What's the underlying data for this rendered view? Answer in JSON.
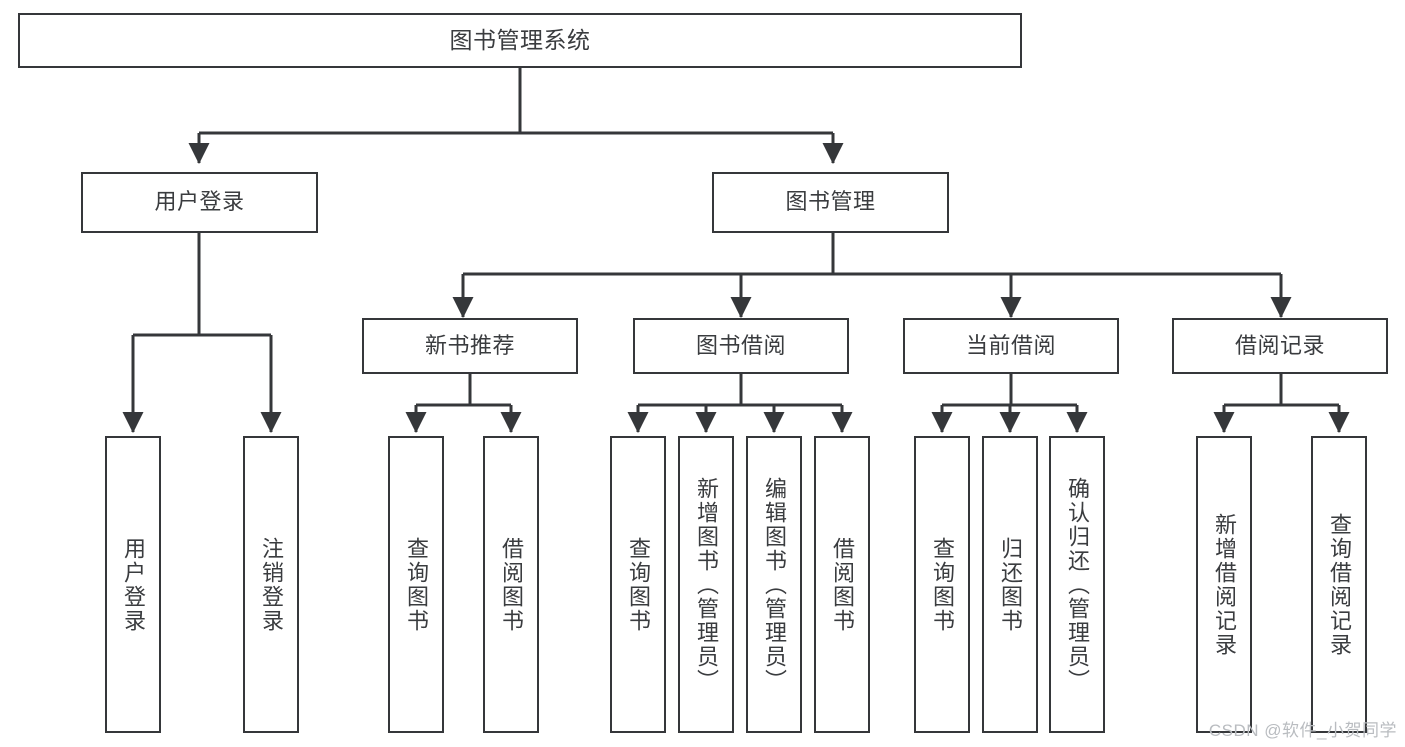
{
  "diagram": {
    "type": "tree",
    "title": "图书管理系统",
    "watermark": "CSDN @软件_小贺同学",
    "colors": {
      "box_border": "#35373a",
      "box_fill": "#ffffff",
      "connector": "#35373a",
      "text": "#3a3c3f",
      "watermark": "#b9bcc0"
    },
    "levels": {
      "root": "图书管理系统",
      "level2": [
        "用户登录",
        "图书管理"
      ],
      "level3": [
        "新书推荐",
        "图书借阅",
        "当前借阅",
        "借阅记录"
      ]
    },
    "nodes": {
      "root": {
        "label": "图书管理系统",
        "orientation": "horizontal"
      },
      "user_login": {
        "label": "用户登录",
        "orientation": "horizontal"
      },
      "book_manage": {
        "label": "图书管理",
        "orientation": "horizontal"
      },
      "new_book_rec": {
        "label": "新书推荐",
        "orientation": "horizontal"
      },
      "book_borrow": {
        "label": "图书借阅",
        "orientation": "horizontal"
      },
      "current_borrow": {
        "label": "当前借阅",
        "orientation": "horizontal"
      },
      "borrow_record": {
        "label": "借阅记录",
        "orientation": "horizontal"
      },
      "leaf_user_login": {
        "label": "用户登录",
        "orientation": "vertical"
      },
      "leaf_logout": {
        "label": "注销登录",
        "orientation": "vertical"
      },
      "leaf_query_book_1": {
        "label": "查询图书",
        "orientation": "vertical"
      },
      "leaf_borrow_book_1": {
        "label": "借阅图书",
        "orientation": "vertical"
      },
      "leaf_query_book_2": {
        "label": "查询图书",
        "orientation": "vertical"
      },
      "leaf_add_book": {
        "label": "新增图书（管理员）",
        "orientation": "vertical"
      },
      "leaf_edit_book": {
        "label": "编辑图书（管理员）",
        "orientation": "vertical"
      },
      "leaf_borrow_book_2": {
        "label": "借阅图书",
        "orientation": "vertical"
      },
      "leaf_query_book_3": {
        "label": "查询图书",
        "orientation": "vertical"
      },
      "leaf_return_book": {
        "label": "归还图书",
        "orientation": "vertical"
      },
      "leaf_confirm_return": {
        "label": "确认归还（管理员）",
        "orientation": "vertical"
      },
      "leaf_add_record": {
        "label": "新增借阅记录",
        "orientation": "vertical"
      },
      "leaf_query_record": {
        "label": "查询借阅记录",
        "orientation": "vertical"
      }
    },
    "edges": [
      {
        "from": "root",
        "to": "user_login"
      },
      {
        "from": "root",
        "to": "book_manage"
      },
      {
        "from": "user_login",
        "to": "leaf_user_login"
      },
      {
        "from": "user_login",
        "to": "leaf_logout"
      },
      {
        "from": "book_manage",
        "to": "new_book_rec"
      },
      {
        "from": "book_manage",
        "to": "book_borrow"
      },
      {
        "from": "book_manage",
        "to": "current_borrow"
      },
      {
        "from": "book_manage",
        "to": "borrow_record"
      },
      {
        "from": "new_book_rec",
        "to": "leaf_query_book_1"
      },
      {
        "from": "new_book_rec",
        "to": "leaf_borrow_book_1"
      },
      {
        "from": "book_borrow",
        "to": "leaf_query_book_2"
      },
      {
        "from": "book_borrow",
        "to": "leaf_add_book"
      },
      {
        "from": "book_borrow",
        "to": "leaf_edit_book"
      },
      {
        "from": "book_borrow",
        "to": "leaf_borrow_book_2"
      },
      {
        "from": "current_borrow",
        "to": "leaf_query_book_3"
      },
      {
        "from": "current_borrow",
        "to": "leaf_return_book"
      },
      {
        "from": "current_borrow",
        "to": "leaf_confirm_return"
      },
      {
        "from": "borrow_record",
        "to": "leaf_add_record"
      },
      {
        "from": "borrow_record",
        "to": "leaf_query_record"
      }
    ]
  }
}
